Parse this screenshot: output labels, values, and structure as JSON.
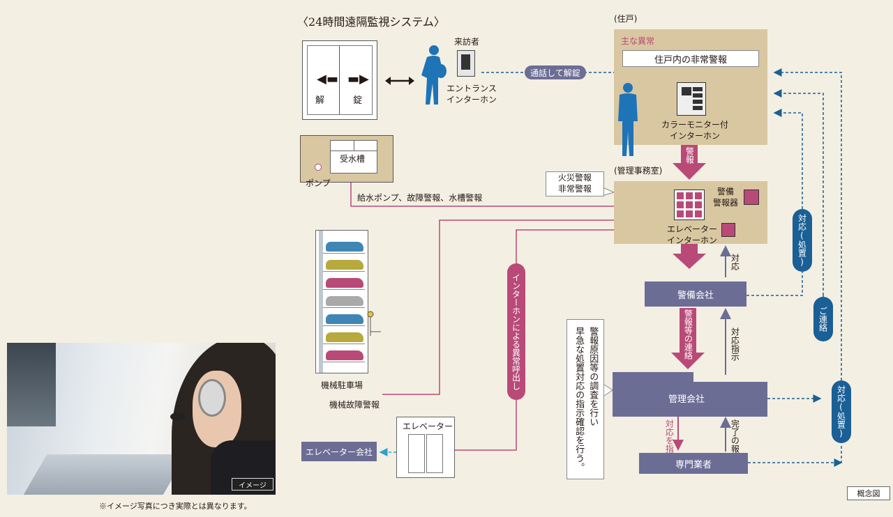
{
  "title": "〈24時間遠隔監視システム〉",
  "residence": {
    "header": "(住戸)",
    "main_anomaly": "主な異常",
    "alarm_box": "住戸内の非常警報",
    "intercom_label": "カラーモニター付\nインターホン"
  },
  "entrance": {
    "unlock": "解",
    "lock": "錠",
    "visitor": "来訪者",
    "intercom": "エントランス\nインターホン",
    "call_pill": "通話して解錠"
  },
  "pump": {
    "tank": "受水槽",
    "pump": "ポンプ",
    "alarm": "給水ポンプ、故障警報、水槽警報"
  },
  "office": {
    "header": "(管理事務室)",
    "callout": "火災警報\n非常警報",
    "security_alarm": "警備\n警報器",
    "elevator_intercom": "エレベーター\nインターホン"
  },
  "arrows": {
    "alarm": "警報",
    "alarm_contact": "警報等の連絡",
    "response": "対応",
    "response_instruction": "対応指示",
    "instruct_response": "対応を指示",
    "report_done": "完了の報告"
  },
  "parking": {
    "label": "機械駐車場",
    "alarm": "機械故障警報",
    "car_colors": [
      "#3f86b4",
      "#b7a93c",
      "#b94a78",
      "#a9a9a9",
      "#3f86b4",
      "#b7a93c",
      "#b94a78"
    ]
  },
  "intercom_call_pill": "インターホンによる異常呼出し",
  "elevator": {
    "label": "エレベーター",
    "company": "エレベーター会社"
  },
  "security_company": "警備会社",
  "management_company": "管理会社",
  "specialist": "専門業者",
  "investigation_note": "警報原因等の調査を行い\n早急な処置対応の指示確認を行う。",
  "blue_pills": {
    "respond1": "対応(処置)",
    "contact": "ご連絡",
    "respond2": "対応(処置)"
  },
  "photo": {
    "badge": "イメージ",
    "caption": "※イメージ写真につき実際とは異なります。"
  },
  "concept_label": "概念図",
  "colors": {
    "beige": "#d8c7a0",
    "slate": "#6c6d95",
    "magenta": "#b94a78",
    "blue": "#1a5f95",
    "background": "#f3efe3"
  }
}
